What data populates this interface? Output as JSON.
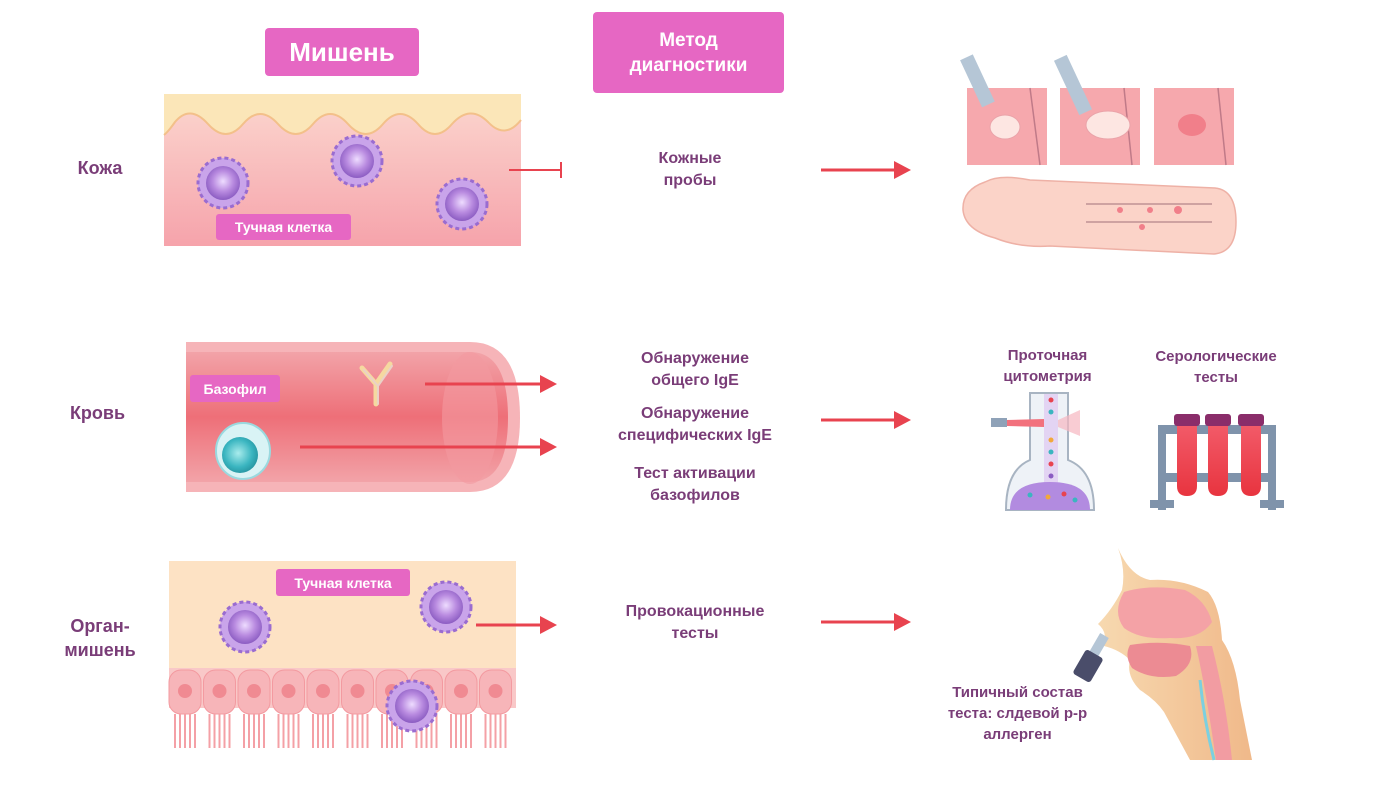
{
  "headers": {
    "target": "Мишень",
    "method_line1": "Метод",
    "method_line2": "диагностики"
  },
  "rows": [
    {
      "label": "Кожа",
      "cell_tag": "Тучная клетка",
      "methods": [
        "Кожные",
        "пробы"
      ]
    },
    {
      "label": "Кровь",
      "cell_tag": "Базофил",
      "methods": [
        {
          "line1": "Обнаружение",
          "line2": "общего IgE"
        },
        {
          "line1": "Обнаружение",
          "line2": "специфических IgE"
        },
        {
          "line1": "Тест активации",
          "line2": "базофилов"
        }
      ],
      "tools": [
        {
          "line1": "Проточная",
          "line2": "цитометрия"
        },
        {
          "line1": "Серологические",
          "line2": "тесты"
        }
      ]
    },
    {
      "label_line1": "Орган-",
      "label_line2": "мишень",
      "cell_tag": "Тучная клетка",
      "methods": [
        "Провокационные",
        "тесты"
      ],
      "note": [
        "Типичный состав",
        "теста: слдевой р-р",
        "аллерген"
      ]
    }
  ],
  "colors": {
    "pink_header": "#e667c3",
    "label_text": "#7a3d78",
    "arrow": "#e8434f",
    "tissue": "#f5a3a8",
    "cell": "#b98be0"
  }
}
